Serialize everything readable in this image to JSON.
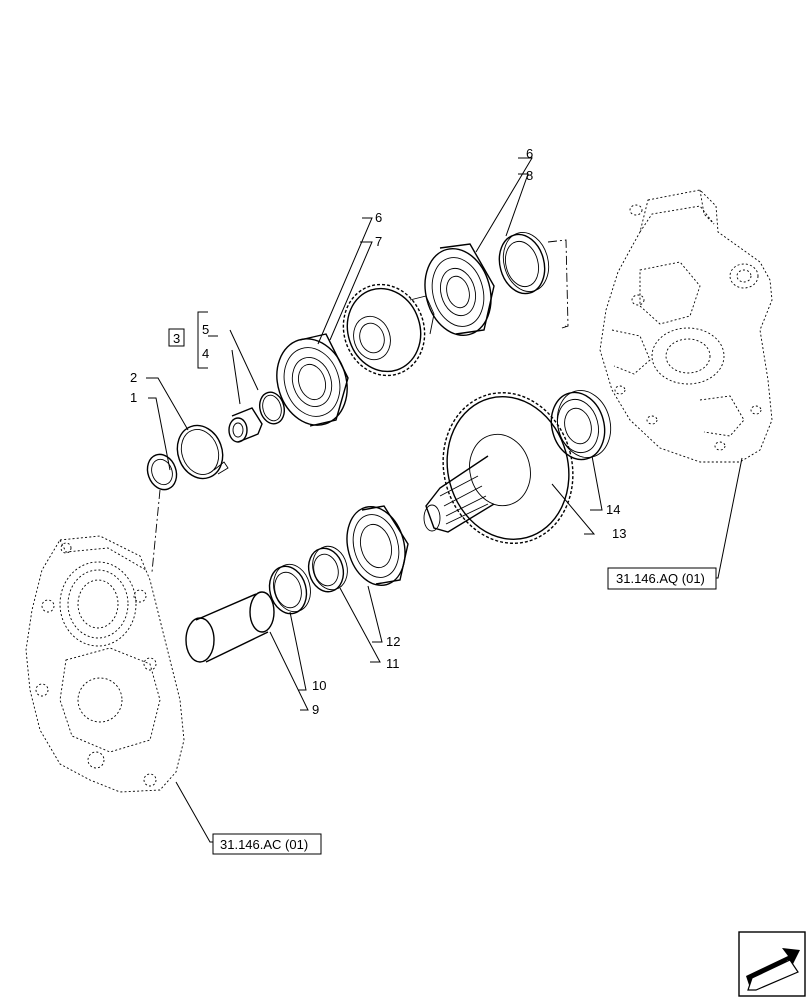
{
  "callouts": {
    "c1": "1",
    "c2": "2",
    "c3": "3",
    "c4": "4",
    "c5": "5",
    "c6a": "6",
    "c6b": "6",
    "c7": "7",
    "c8": "8",
    "c9": "9",
    "c10": "10",
    "c11": "11",
    "c12": "12",
    "c13": "13",
    "c14": "14"
  },
  "references": {
    "front_housing": "31.146.AC (01)",
    "rear_housing": "31.146.AQ (01)"
  },
  "icons": {
    "nav": "navigation-arrow-icon"
  }
}
